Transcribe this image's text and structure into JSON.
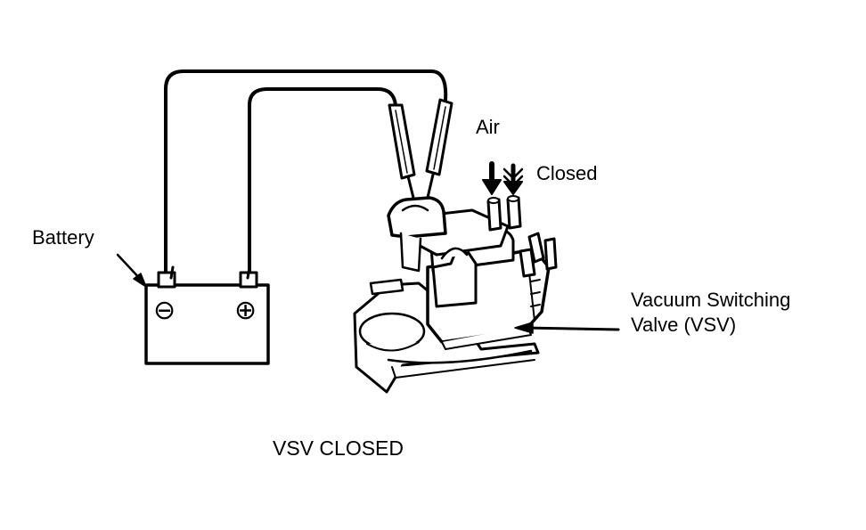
{
  "labels": {
    "battery": "Battery",
    "air": "Air",
    "closed": "Closed",
    "vsv_line1": "Vacuum Switching",
    "vsv_line2": "Valve (VSV)",
    "caption": "VSV CLOSED"
  },
  "battery_terminals": {
    "negative": "⊖",
    "positive": "⊕"
  },
  "colors": {
    "ink": "#000000",
    "paper": "#ffffff"
  }
}
